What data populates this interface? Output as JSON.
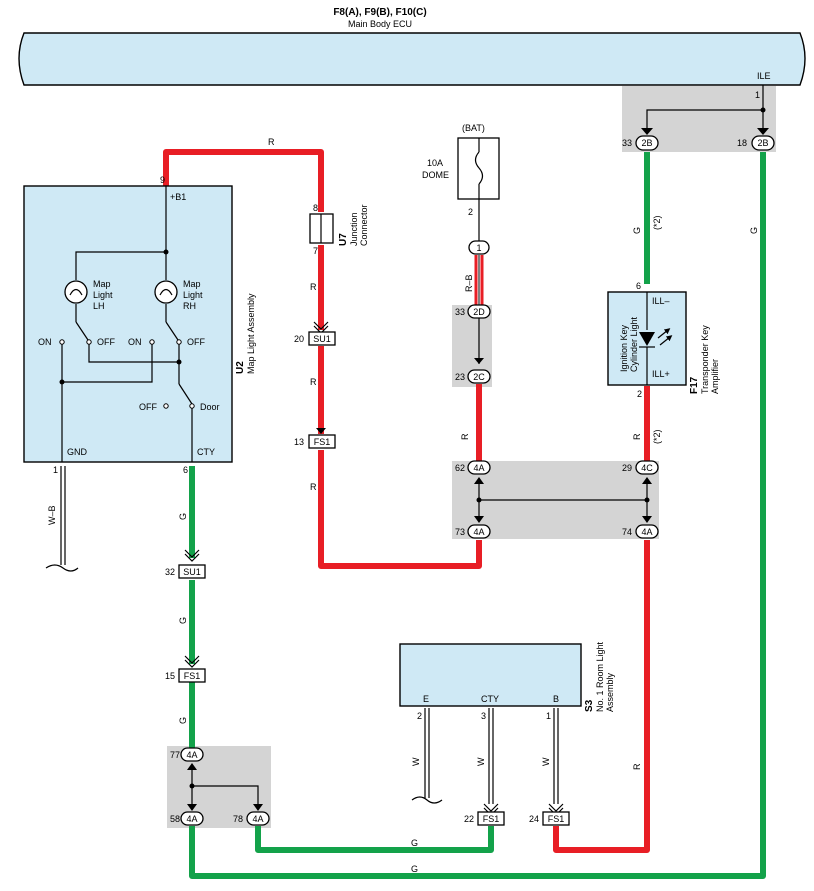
{
  "ecu": {
    "connectors": "F8(A), F9(B), F10(C)",
    "name": "Main Body ECU",
    "ile": "ILE",
    "pin1": "1"
  },
  "ecu_conn": {
    "left": {
      "pin": "33",
      "code": "2B"
    },
    "right": {
      "pin": "18",
      "code": "2B"
    }
  },
  "wires": {
    "r": "R",
    "g": "G",
    "w": "W",
    "rb": "R–B",
    "wb": "W–B",
    "star2": "(*2)"
  },
  "map_light": {
    "code": "U2",
    "name": "Map Light Assembly",
    "b1": "+B1",
    "lh": [
      "Map",
      "Light",
      "LH"
    ],
    "rh": [
      "Map",
      "Light",
      "RH"
    ],
    "on": "ON",
    "off": "OFF",
    "door": "Door",
    "gnd": "GND",
    "cty": "CTY",
    "pin9": "9",
    "pin1": "1",
    "pin6": "6"
  },
  "junction": {
    "code": "U7",
    "name1": "Junction",
    "name2": "Connector",
    "pin8": "8",
    "pin7": "7"
  },
  "su1_top": {
    "pin": "20",
    "code": "SU1"
  },
  "fs1_top": {
    "pin": "13",
    "code": "FS1"
  },
  "su1_left": {
    "pin": "32",
    "code": "SU1"
  },
  "fs1_left": {
    "pin": "15",
    "code": "FS1"
  },
  "fuse": {
    "bat": "(BAT)",
    "rating": "10A",
    "name": "DOME",
    "pin2": "2",
    "conn": "1"
  },
  "conn_2d": {
    "pin": "33",
    "code": "2D"
  },
  "conn_2c": {
    "pin": "23",
    "code": "2C"
  },
  "jb_4a": {
    "p62": {
      "pin": "62",
      "code": "4A"
    },
    "p29": {
      "pin": "29",
      "code": "4C"
    },
    "p73": {
      "pin": "73",
      "code": "4A"
    },
    "p74": {
      "pin": "74",
      "code": "4A"
    }
  },
  "transponder": {
    "code": "F17",
    "name1": "Transponder Key",
    "name2": "Amplifier",
    "inner1": "Ignition Key",
    "inner2": "Cylinder Light",
    "ill_minus": "ILL–",
    "ill_plus": "ILL+",
    "pin6": "6",
    "pin2": "2"
  },
  "room_light": {
    "code": "S3",
    "name1": "No. 1 Room Light",
    "name2": "Assembly",
    "e": "E",
    "cty": "CTY",
    "b": "B",
    "pin2": "2",
    "pin3": "3",
    "pin1": "1"
  },
  "jb_bottom": {
    "p77": {
      "pin": "77",
      "code": "4A"
    },
    "p58": {
      "pin": "58",
      "code": "4A"
    },
    "p78": {
      "pin": "78",
      "code": "4A"
    }
  },
  "fs1_22": {
    "pin": "22",
    "code": "FS1"
  },
  "fs1_24": {
    "pin": "24",
    "code": "FS1"
  }
}
